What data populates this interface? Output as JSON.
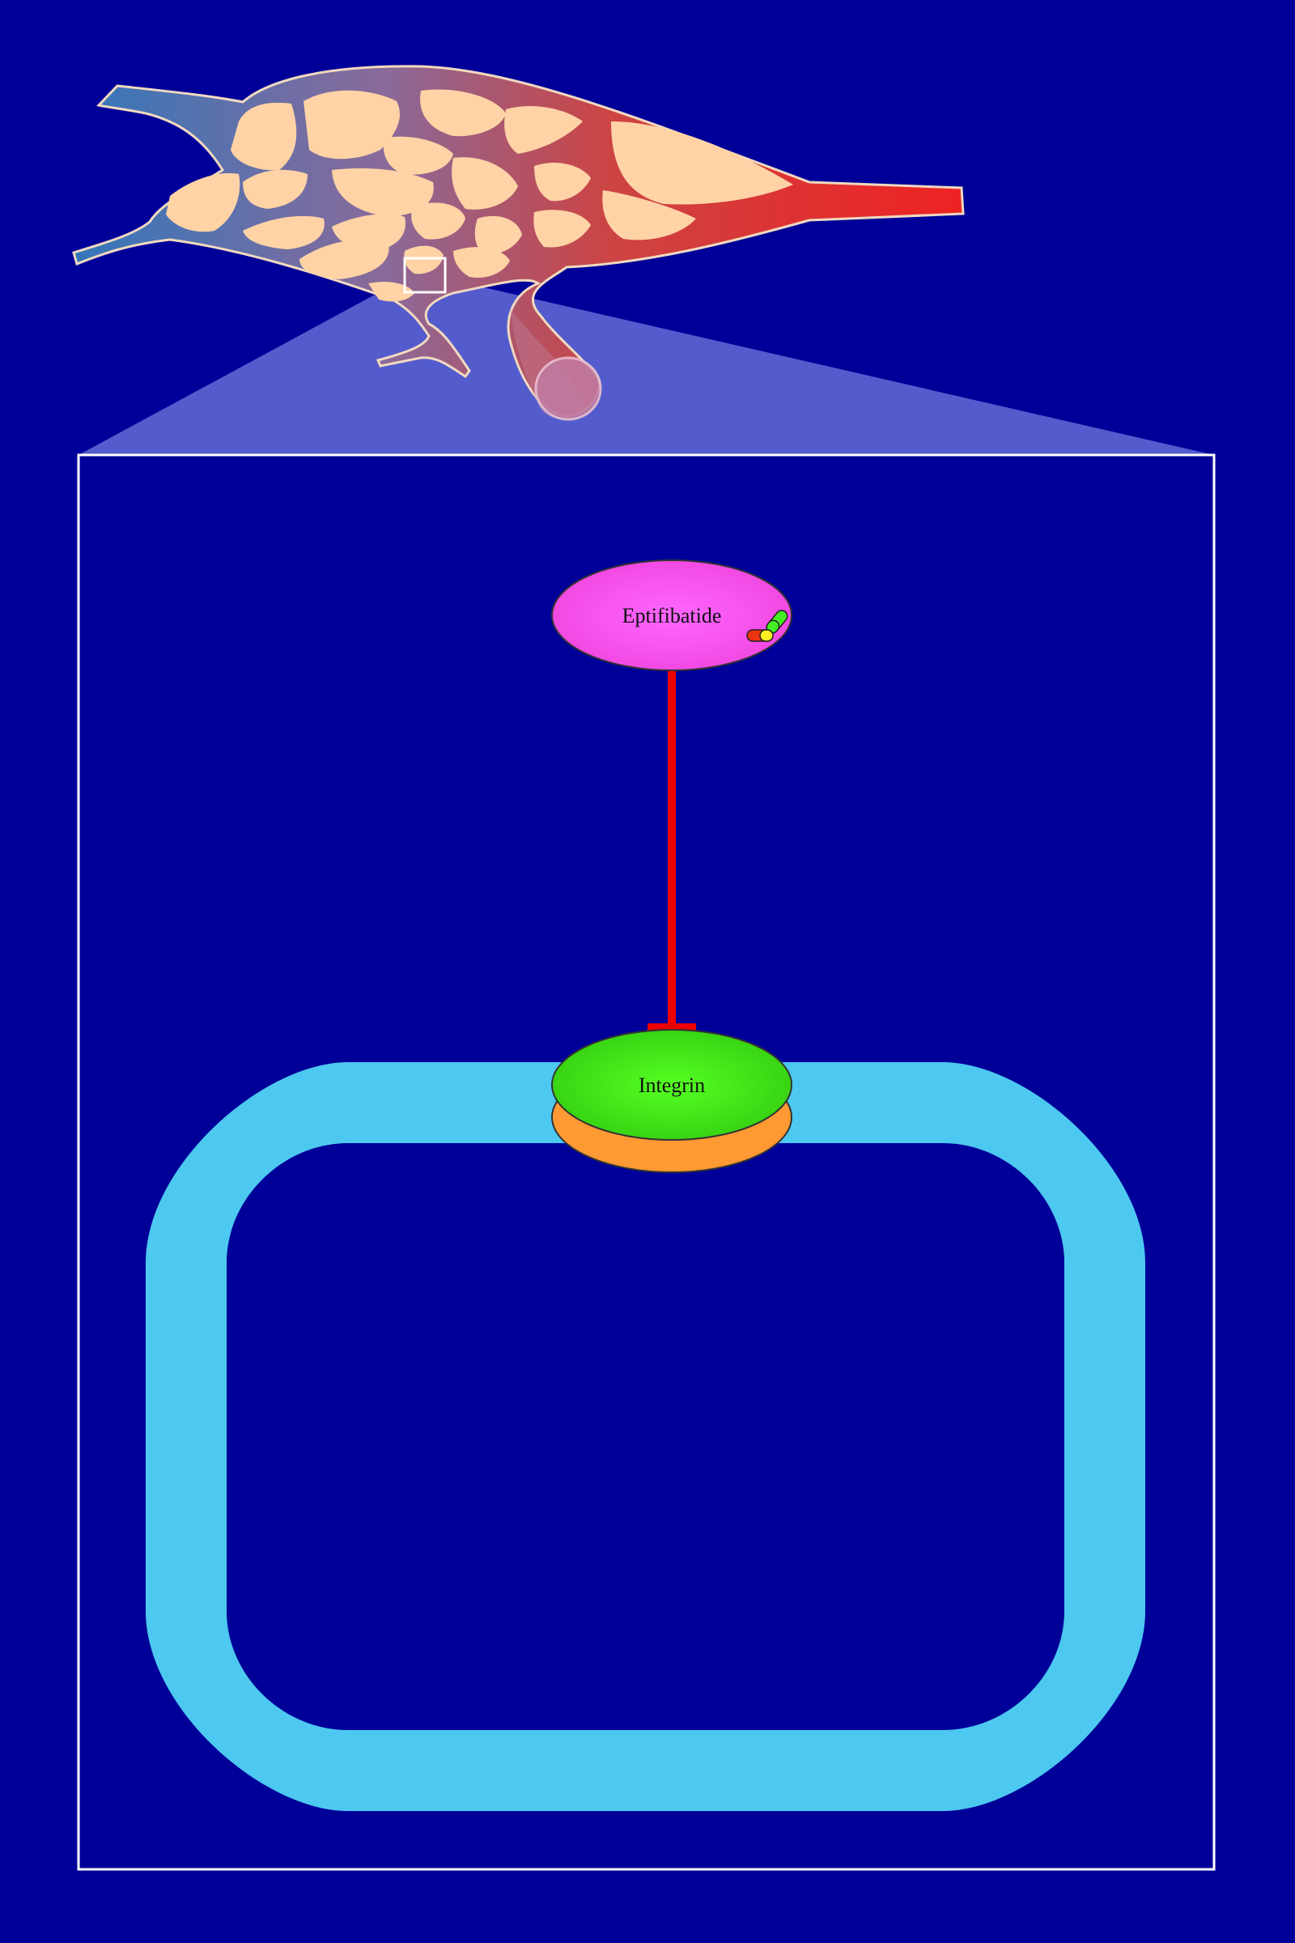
{
  "diagram": {
    "background_color": "#000099",
    "nodes": {
      "drug": {
        "label": "Eptifibatide",
        "color": "#ff55ee",
        "icon": "drug-capsule-icon"
      },
      "receptor": {
        "label": "Integrin",
        "top_color": "#44ee22",
        "bottom_color": "#ff9933"
      }
    },
    "edge": {
      "type": "inhibition",
      "from": "Eptifibatide",
      "to": "Integrin",
      "color": "#ee0000"
    },
    "cell_membrane_color": "#4dc8f0",
    "capillary_gradient": [
      "#3377bb",
      "#ee2222"
    ],
    "tissue_color": "#ffd3a6",
    "zoom_panel_color": "#5960d0"
  }
}
